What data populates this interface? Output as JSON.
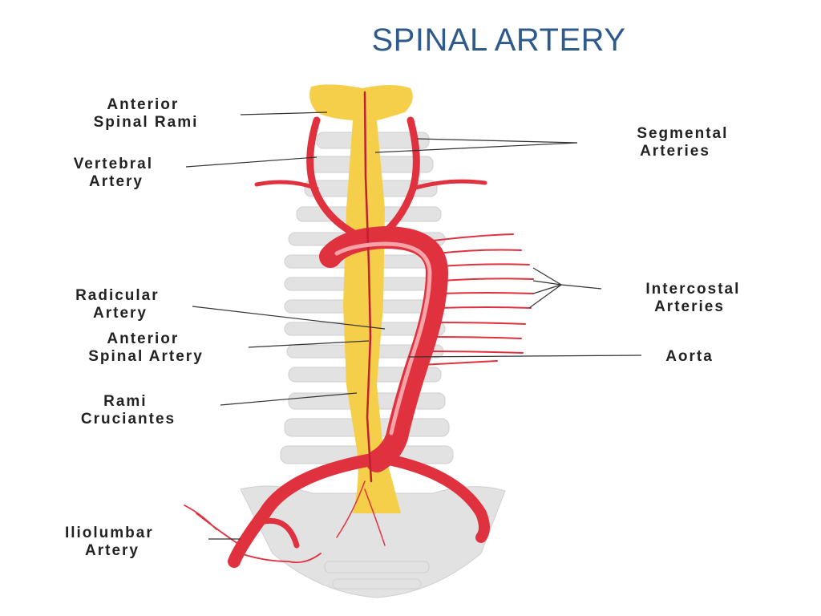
{
  "title": "SPINAL ARTERY",
  "labels": {
    "anterior_spinal_rami": [
      "Anterior",
      "Spinal Rami"
    ],
    "vertebral_artery": [
      "Vertebral",
      "Artery"
    ],
    "segmental_arteries": [
      "Segmental",
      "Arteries"
    ],
    "intercostal_arteries": [
      "Intercostal",
      "Arteries"
    ],
    "radicular_artery": [
      "Radicular",
      "Artery"
    ],
    "anterior_spinal_artery": [
      "Anterior",
      "Spinal Artery"
    ],
    "aorta": [
      "Aorta"
    ],
    "rami_cruciantes": [
      "Rami",
      "Cruciantes"
    ],
    "iliolumbar_artery": [
      "Iliolumbar",
      "Artery"
    ]
  },
  "colors": {
    "title": "#2e5a8c",
    "artery": "#e0313f",
    "artery_highlight": "#f7a3a8",
    "spinal_cord": "#f5cf4a",
    "vertebra": "#dcdcdc",
    "leader_line": "#333333"
  }
}
